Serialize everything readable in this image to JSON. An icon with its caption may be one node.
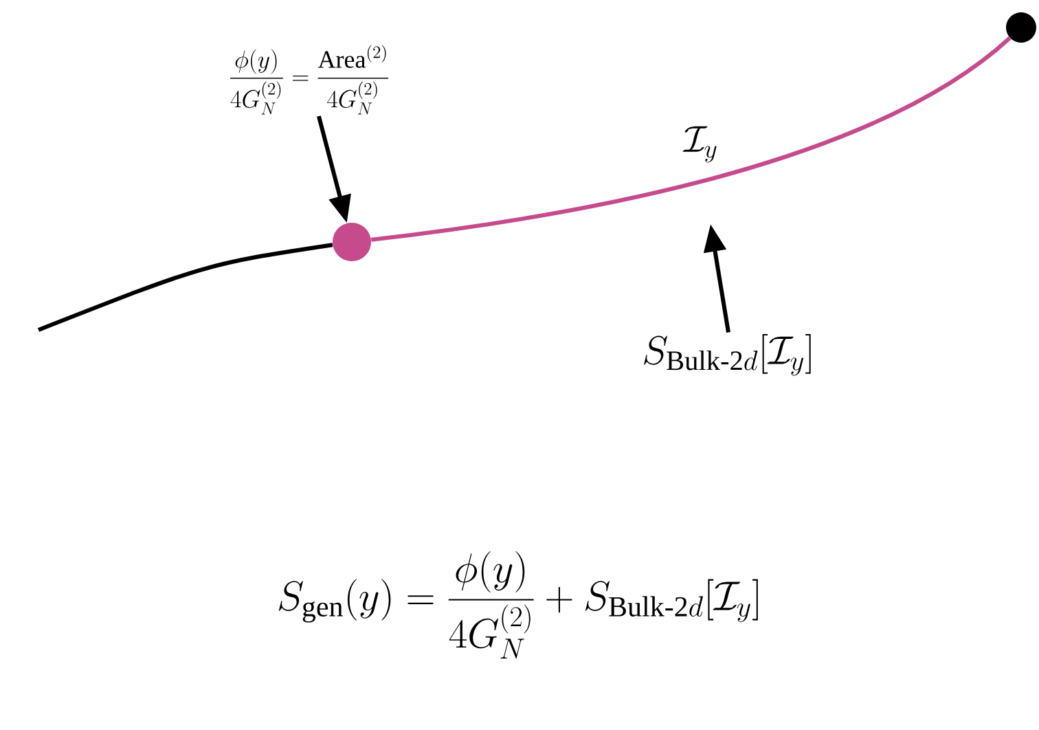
{
  "diagram": {
    "nodes": [
      {
        "text": [
          "\\frac{\\phi(y)}{4G_N^{(2)}} = \\frac{\\mathrm{Area}^{(2)}}{4G_N^{(2)}}"
        ]
      },
      {
        "text": [],
        "shape": "circle"
      },
      {
        "text": [],
        "shape": "circle"
      },
      {
        "text": [
          "S_{\\mathrm{Bulk\\text{-}2}d}[\\mathcal{I}_y]"
        ]
      }
    ],
    "edges": [
      {
        "from": 0,
        "to": 1,
        "arrow": "to"
      },
      {
        "from": 3,
        "to": null,
        "arrow": "to"
      },
      {
        "from": 1,
        "to": 2,
        "arrow": "none",
        "label": "\\mathcal{I}_y",
        "color": "#c64b8c"
      },
      {
        "from": null,
        "to": 1,
        "arrow": "none"
      }
    ],
    "labels": [
      "S_{\\mathrm{gen}}(y) = \\frac{\\phi(y)}{4G_N^{(2)}} + S_{\\mathrm{Bulk\\text{-}2}d}[\\mathcal{I}_y]"
    ]
  }
}
